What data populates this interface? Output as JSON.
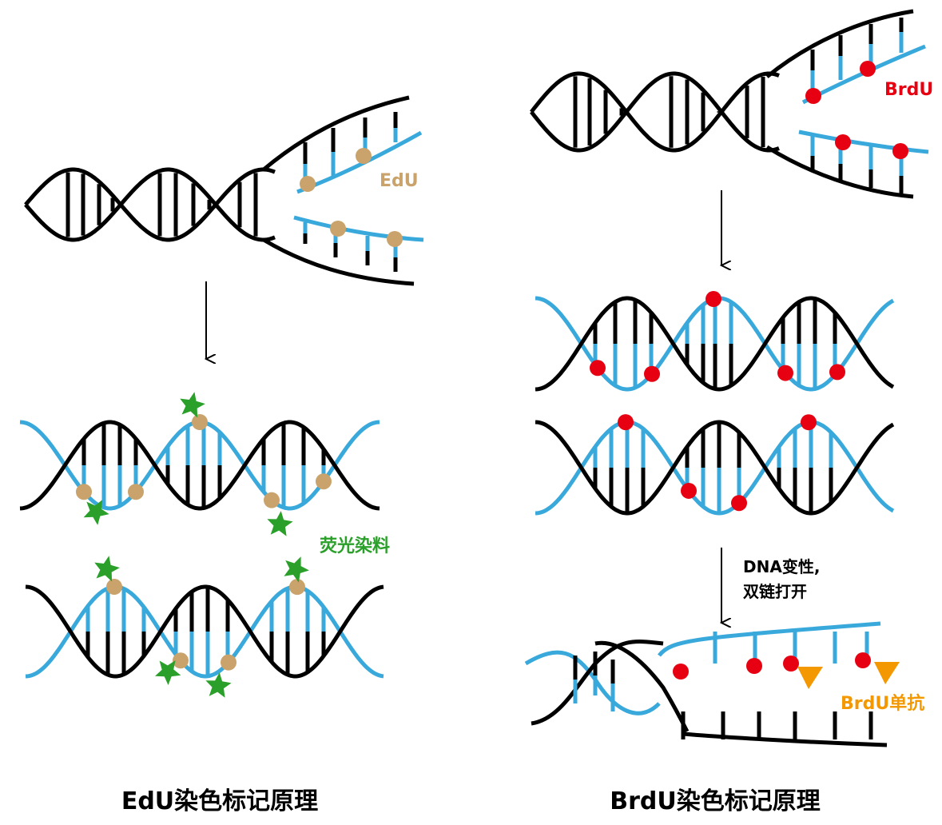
{
  "labels": {
    "edu": "EdU",
    "fluorescent_dye": "荧光染料",
    "edu_title": "EdU染色标记原理",
    "brdu": "BrdU",
    "denature_line1": "DNA变性,",
    "denature_line2": "双链打开",
    "brdu_antibody": "BrdU单抗",
    "brdu_title": "BrdU染色标记原理"
  },
  "colors": {
    "old_strand": "#000000",
    "new_strand": "#39a9dc",
    "edu_dot": "#c9a36b",
    "brdu_dot": "#e60012",
    "dye_star": "#2aa02a",
    "antibody": "#f39800",
    "edu_label": "#c9a36b",
    "dye_label": "#2aa02a",
    "brdu_label": "#e60012",
    "antibody_label": "#f39800",
    "title": "#000000"
  },
  "icons": {
    "edu_marker": "circle",
    "brdu_marker": "circle",
    "dye_marker": "star-icon",
    "antibody_marker": "triangle-icon",
    "flow_arrow": "arrow-down-icon"
  }
}
